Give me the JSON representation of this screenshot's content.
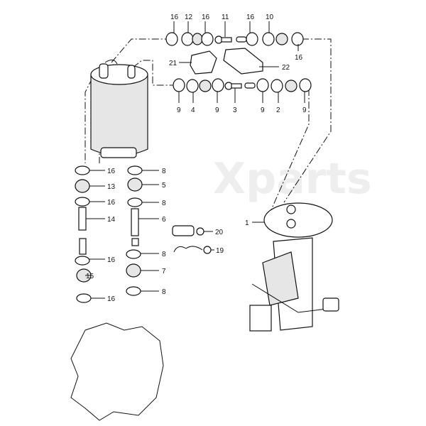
{
  "watermark": "Xparts",
  "callouts": {
    "top_row": [
      "16",
      "12",
      "16",
      "11",
      "16",
      "10",
      "16"
    ],
    "brackets": [
      "21",
      "22"
    ],
    "second_row": [
      "9",
      "4",
      "9",
      "3",
      "9",
      "2",
      "9"
    ],
    "left_column": [
      "16",
      "13",
      "16",
      "14",
      "16",
      "15",
      "16"
    ],
    "middle_column": [
      "8",
      "5",
      "8",
      "6",
      "8",
      "7",
      "8"
    ],
    "right_parts": [
      "20",
      "19",
      "1"
    ]
  }
}
